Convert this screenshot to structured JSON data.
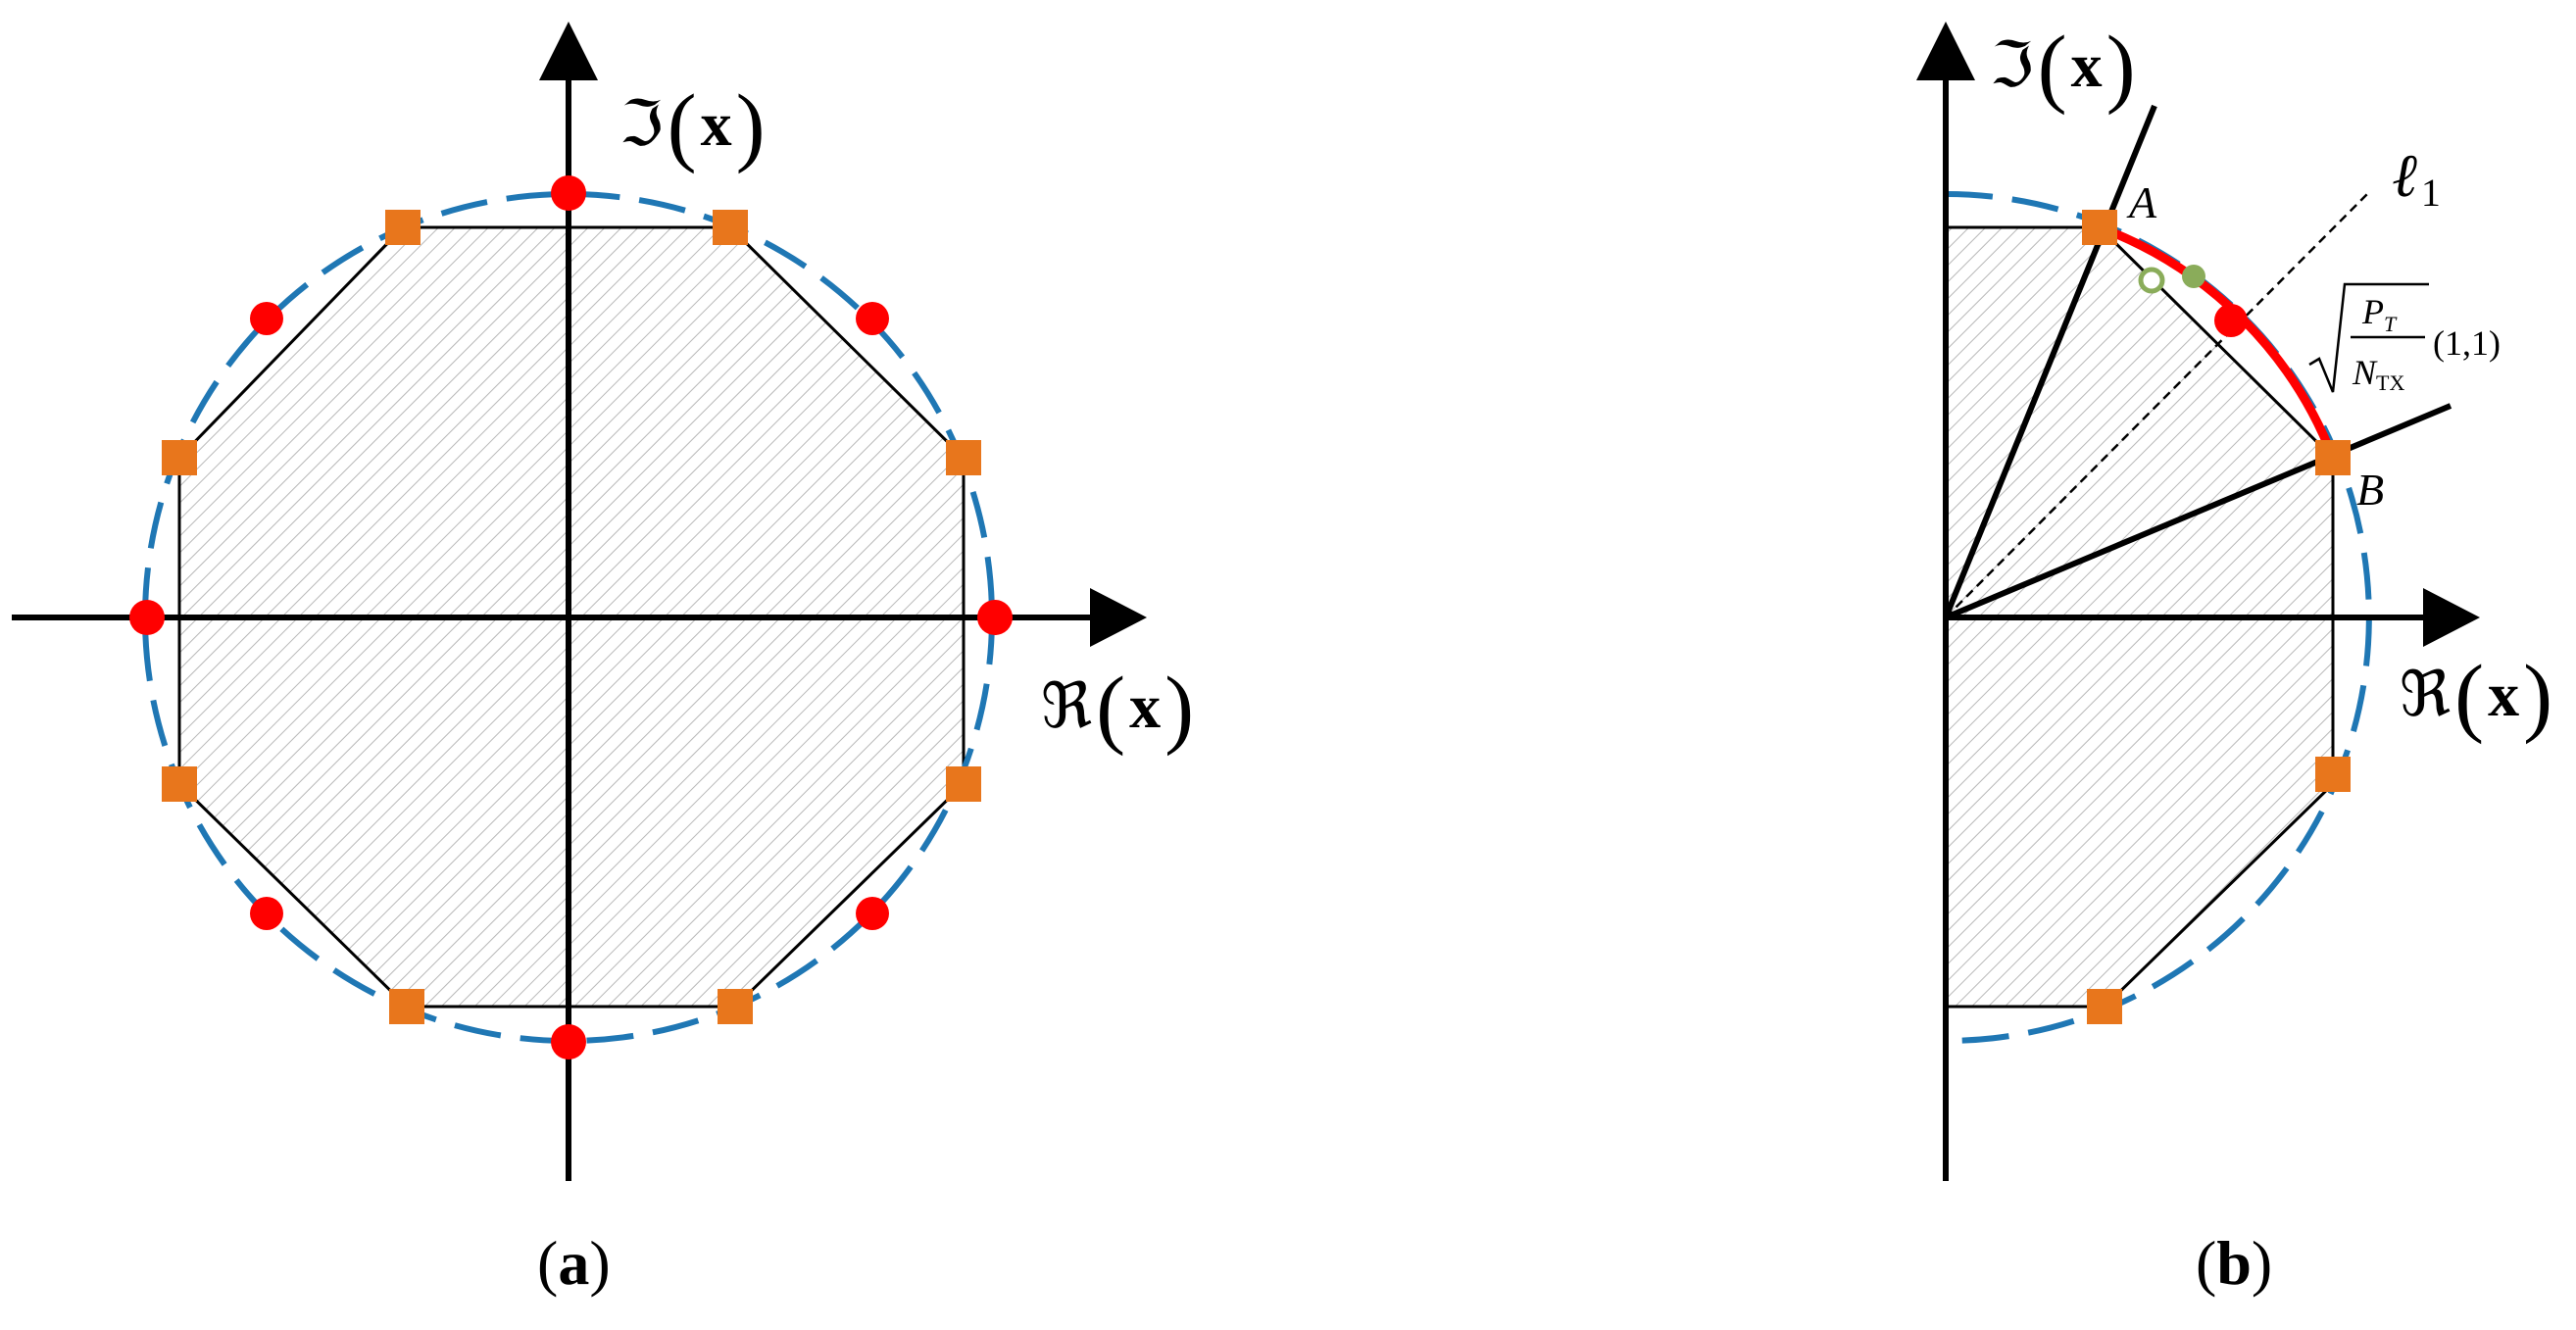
{
  "colors": {
    "circle": "#1f77b4",
    "square": "#e8761c",
    "dot": "#ff0000",
    "arc": "#ff0000",
    "green": "#8aac5a",
    "axis": "#000000",
    "hatch": "#b0b0b0"
  },
  "panel_a": {
    "y_axis_label": {
      "symbol": "ℑ",
      "open": "(",
      "var": "x",
      "close": ")"
    },
    "x_axis_label": {
      "symbol": "ℜ",
      "open": "(",
      "var": "x",
      "close": ")"
    },
    "caption": {
      "open": "(",
      "letter": "a",
      "close": ")"
    }
  },
  "panel_b": {
    "y_axis_label": {
      "symbol": "ℑ",
      "open": "(",
      "var": "x",
      "close": ")"
    },
    "x_axis_label": {
      "symbol": "ℜ",
      "open": "(",
      "var": "x",
      "close": ")"
    },
    "point_a": "A",
    "point_b": "B",
    "line_label": {
      "ell": "ℓ",
      "sub": "1"
    },
    "formula": {
      "num": "P",
      "num_sub": "T",
      "den": "N",
      "den_sub": "TX",
      "args": "(1,1)"
    },
    "caption": {
      "open": "(",
      "letter": "b",
      "close": ")"
    }
  }
}
